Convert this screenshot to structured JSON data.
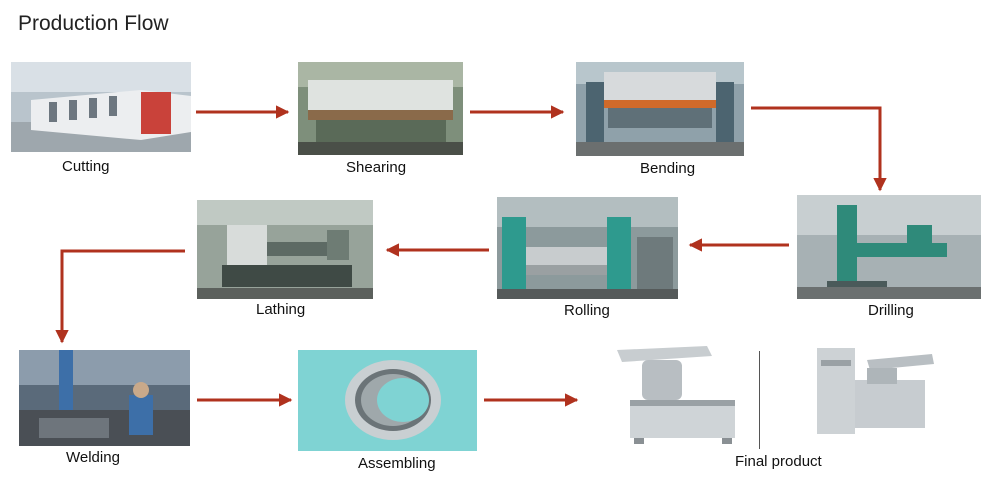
{
  "title": "Production Flow",
  "arrow_color": "#b0321e",
  "steps": [
    {
      "label": "Cutting",
      "icon": "laser-cutting-machine"
    },
    {
      "label": "Shearing",
      "icon": "shearing-machine"
    },
    {
      "label": "Bending",
      "icon": "press-brake"
    },
    {
      "label": "Drilling",
      "icon": "radial-drill"
    },
    {
      "label": "Rolling",
      "icon": "plate-rolling-machine"
    },
    {
      "label": "Lathing",
      "icon": "lathe"
    },
    {
      "label": "Welding",
      "icon": "welding-workshop"
    },
    {
      "label": "Assembling",
      "icon": "screen-ring"
    }
  ],
  "final": {
    "label": "Final product",
    "icons": [
      "crusher-machine",
      "crusher-machine-with-cabinet"
    ]
  }
}
